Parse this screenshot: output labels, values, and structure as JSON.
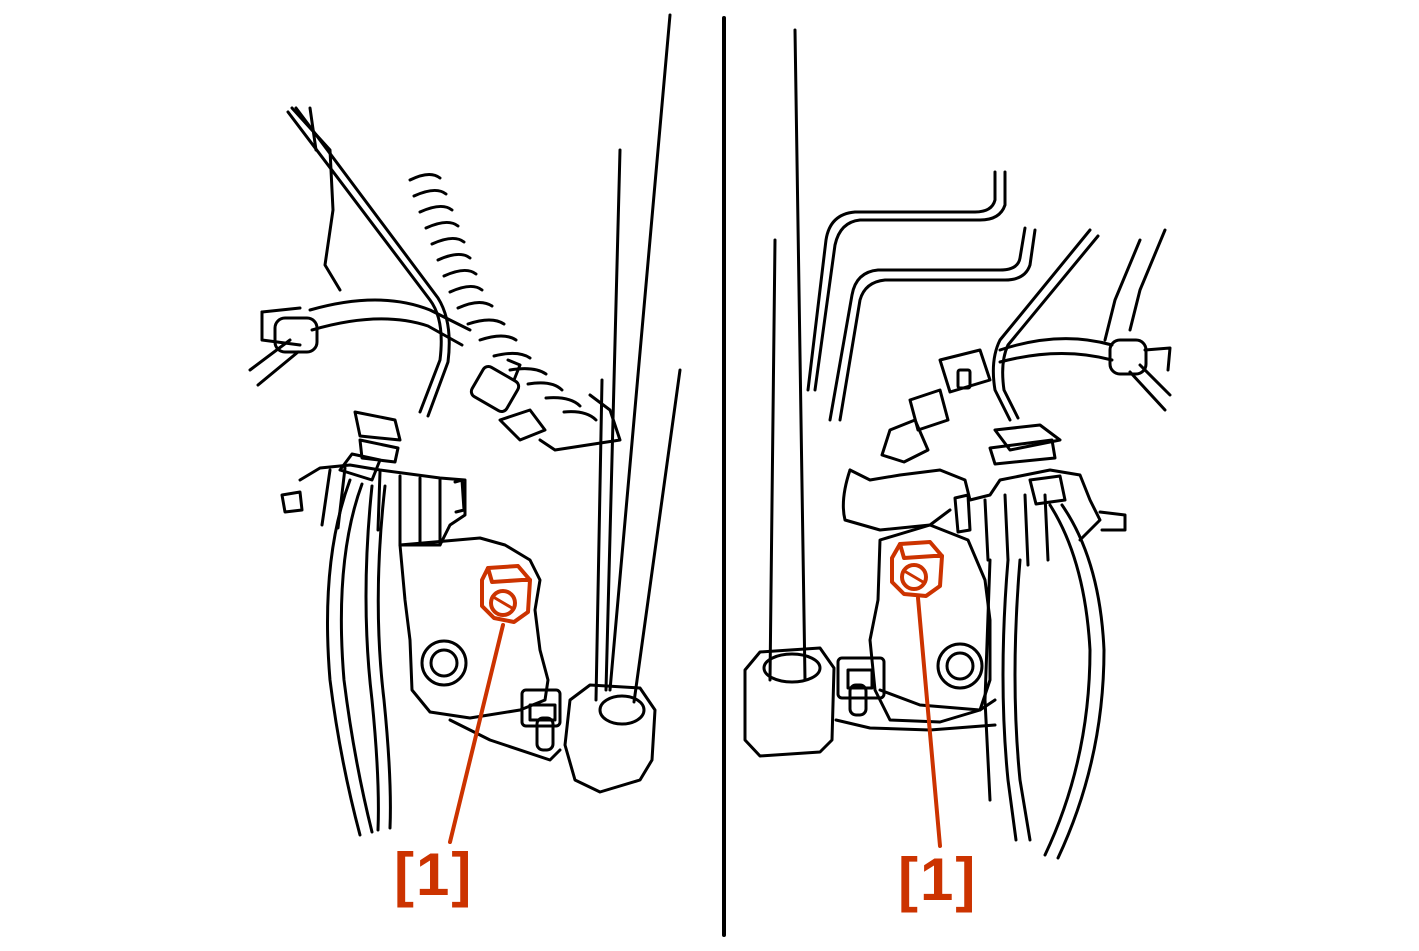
{
  "colors": {
    "line": "#000000",
    "callout": "#cc3300",
    "background": "#ffffff"
  },
  "left_view": {
    "callout_label": "[1]",
    "callout_target": "bleeder-valve"
  },
  "right_view": {
    "callout_label": "[1]",
    "callout_target": "bleeder-valve"
  }
}
